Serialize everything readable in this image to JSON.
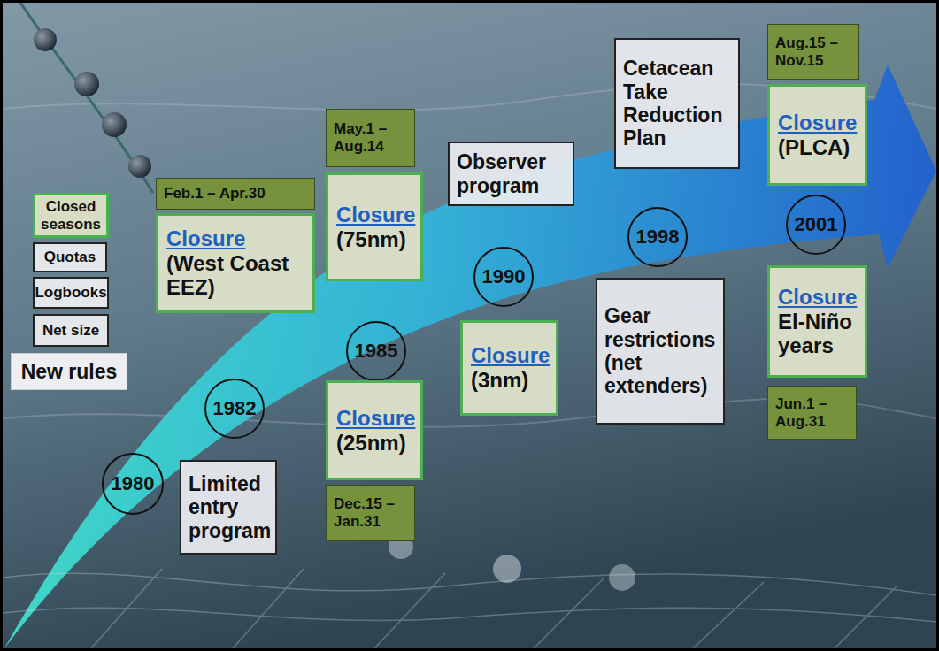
{
  "diagram": {
    "nodes": [
      {
        "text": [
          "Closed seasons"
        ]
      },
      {
        "text": [
          "Quotas"
        ]
      },
      {
        "text": [
          "Logbooks"
        ]
      },
      {
        "text": [
          "Net size"
        ]
      },
      {
        "text": [
          "New rules"
        ]
      },
      {
        "text": [
          "1980"
        ]
      },
      {
        "text": [
          "Limited entry program"
        ]
      },
      {
        "text": [
          "Feb.1 – Apr.30"
        ]
      },
      {
        "text": [
          "Closure",
          "(West Coast EEZ)"
        ]
      },
      {
        "text": [
          "1982"
        ]
      },
      {
        "text": [
          "May.1 – Aug.14"
        ]
      },
      {
        "text": [
          "Closure",
          "(75nm)"
        ]
      },
      {
        "text": [
          "1985"
        ]
      },
      {
        "text": [
          "Closure",
          "(25nm)"
        ]
      },
      {
        "text": [
          "Dec.15 – Jan.31"
        ]
      },
      {
        "text": [
          "Observer program"
        ]
      },
      {
        "text": [
          "1990"
        ]
      },
      {
        "text": [
          "Closure",
          "(3nm)"
        ]
      },
      {
        "text": [
          "Cetacean Take Reduction Plan"
        ]
      },
      {
        "text": [
          "1998"
        ]
      },
      {
        "text": [
          "Gear restrictions (net extenders)"
        ]
      },
      {
        "text": [
          "Aug.15 – Nov.15"
        ]
      },
      {
        "text": [
          "Closure",
          "(PLCA)"
        ]
      },
      {
        "text": [
          "2001"
        ]
      },
      {
        "text": [
          "Closure",
          "El-Niño years"
        ]
      },
      {
        "text": [
          "Jun.1 – Aug.31"
        ]
      }
    ]
  }
}
